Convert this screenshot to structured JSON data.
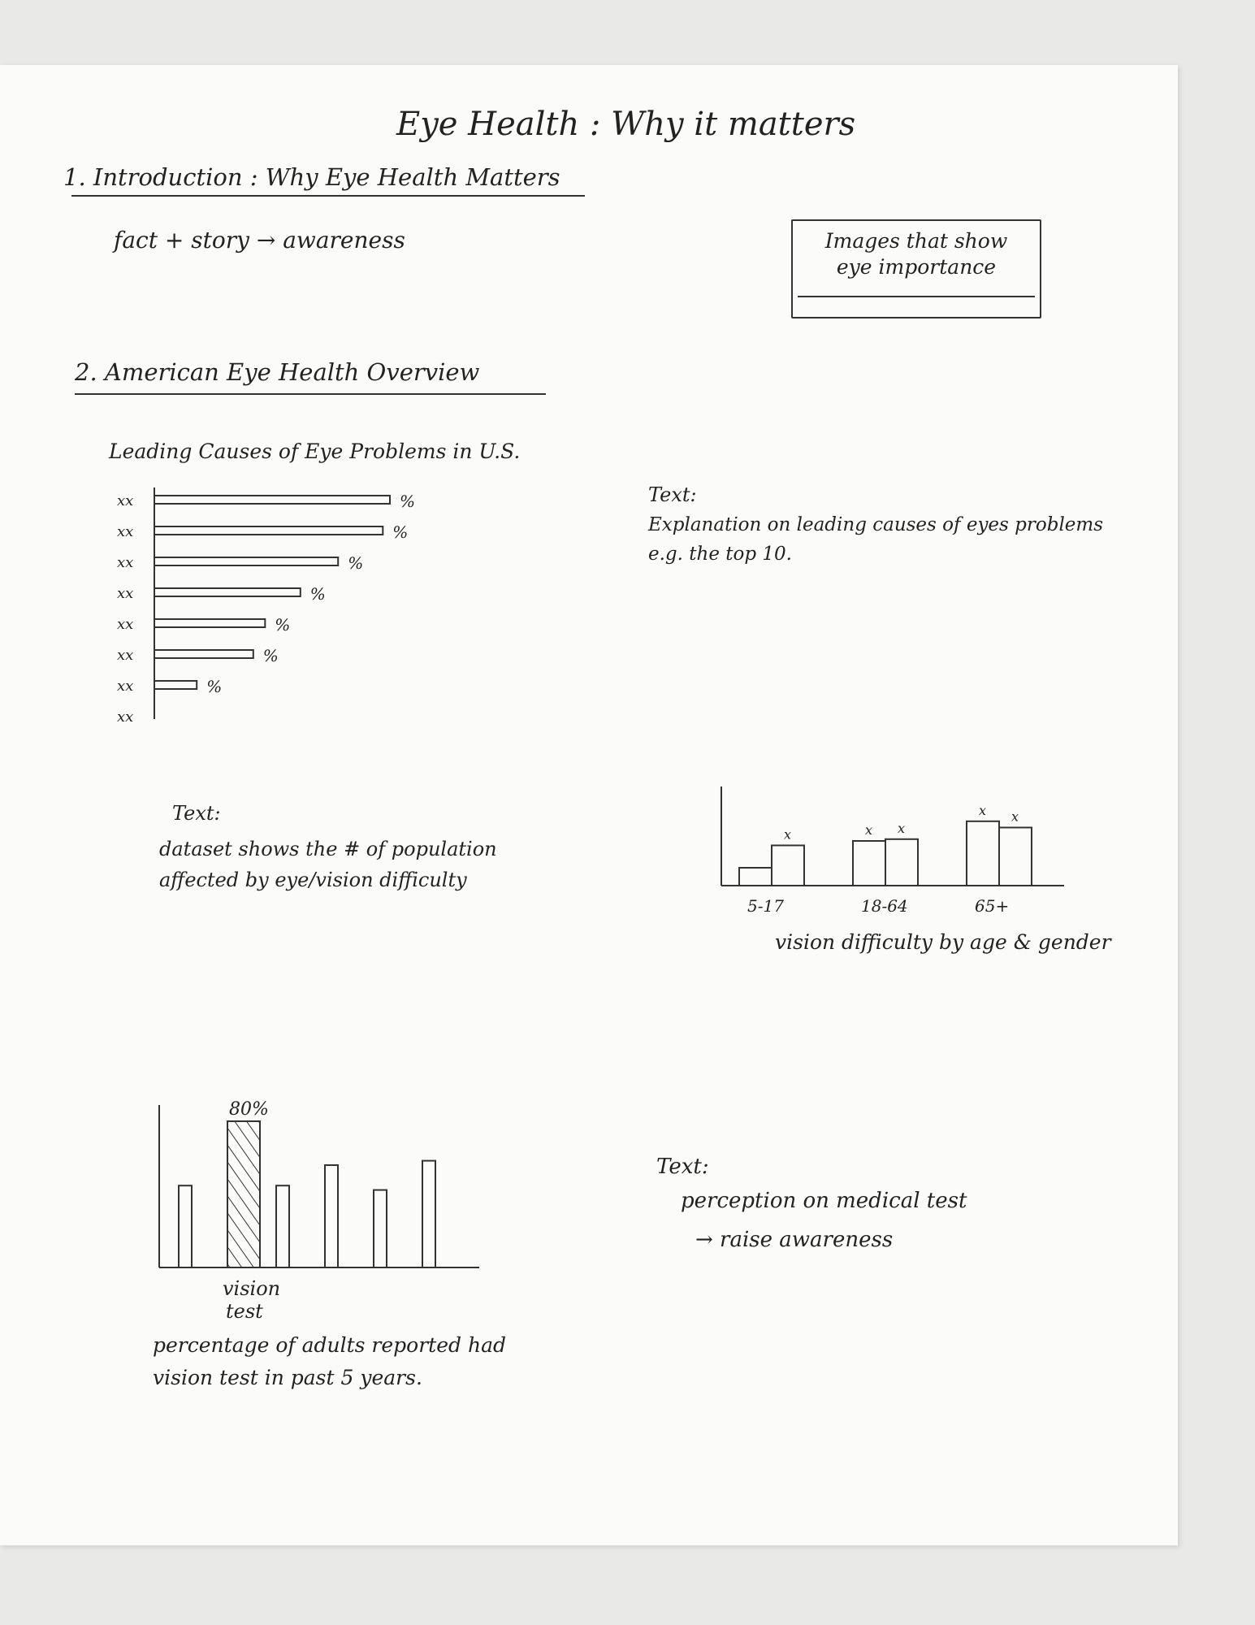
{
  "page": {
    "title": "Eye Health : Why it matters",
    "section1": {
      "heading": "1. Introduction : Why Eye Health Matters",
      "subtitle": "fact + story → awareness",
      "image_box": {
        "line1": "Images that show",
        "line2": "eye importance"
      }
    },
    "section2": {
      "heading": "2. American Eye Health Overview"
    },
    "bar_chart_caption": "Leading Causes of Eye Problems in U.S.",
    "text_block_1": {
      "label": "Text:",
      "line1": "Explanation on leading causes of eyes problems",
      "line2": "e.g. the top 10."
    },
    "text_block_2": {
      "label": "Text:",
      "line1": "dataset shows the # of population",
      "line2": "affected by eye/vision difficulty"
    },
    "grouped_chart_caption": "vision difficulty by age & gender",
    "vision_chart_caption": {
      "line1": "percentage of adults reported had",
      "line2": "vision test in past 5 years."
    },
    "text_block_3": {
      "label": "Text:",
      "line1": "perception on medical test",
      "line2": "→ raise awareness"
    }
  },
  "chart_data": [
    {
      "type": "bar",
      "orientation": "horizontal",
      "title": "Leading Causes of Eye Problems in U.S.",
      "categories": [
        "xx",
        "xx",
        "xx",
        "xx",
        "xx",
        "xx",
        "xx",
        "xx"
      ],
      "values": [
        100,
        97,
        78,
        62,
        47,
        42,
        18
      ],
      "value_labels": [
        "%",
        "%",
        "%",
        "%",
        "%",
        "%",
        "%"
      ]
    },
    {
      "type": "bar",
      "title": "",
      "xlabel": "vision difficulty by age & gender",
      "categories": [
        "5-17",
        "18-64",
        "65+"
      ],
      "series": [
        {
          "values": [
            20,
            50,
            72
          ]
        },
        {
          "values": [
            45,
            52,
            65
          ]
        }
      ],
      "annotations": [
        "x",
        "x",
        "x",
        "x",
        "x"
      ]
    },
    {
      "type": "bar",
      "title": "",
      "xlabel": "vision test",
      "highlight_label": "80%",
      "highlight_index": 1,
      "values": [
        56,
        100,
        56,
        70,
        53,
        73
      ]
    }
  ]
}
